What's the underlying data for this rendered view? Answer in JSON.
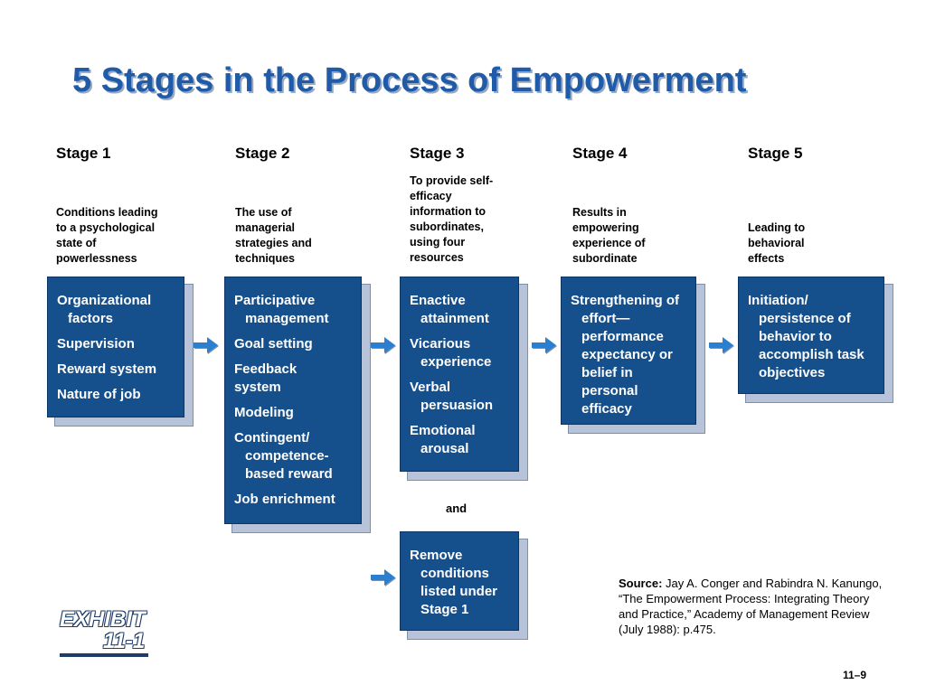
{
  "title": "5 Stages in the Process of Empowerment",
  "stages": [
    {
      "label": "Stage 1",
      "desc": [
        "Conditions leading",
        "to a psychological",
        "state of",
        "powerlessness"
      ]
    },
    {
      "label": "Stage 2",
      "desc": [
        "The use of",
        "managerial",
        "strategies and",
        "techniques"
      ]
    },
    {
      "label": "Stage 3",
      "desc": [
        "To provide self-",
        "efficacy",
        "information to",
        "subordinates,",
        "using four",
        "resources"
      ]
    },
    {
      "label": "Stage 4",
      "desc": [
        "Results in",
        "empowering",
        "experience of",
        "subordinate"
      ]
    },
    {
      "label": "Stage 5",
      "desc": [
        "Leading to",
        "behavioral",
        "effects"
      ]
    }
  ],
  "boxes": {
    "stage1": [
      "Organizational factors",
      "Supervision",
      "Reward system",
      "Nature of job"
    ],
    "stage2": [
      "Participative management",
      "Goal setting",
      "Feedback system",
      "Modeling",
      "Contingent/ competence-based reward",
      "Job enrichment"
    ],
    "stage3": [
      "Enactive attainment",
      "Vicarious experience",
      "Verbal persuasion",
      "Emotional arousal"
    ],
    "stage3b": [
      "Remove conditions listed under Stage 1"
    ],
    "stage4": [
      "Strengthening of effort—performance expectancy or belief in personal efficacy"
    ],
    "stage5": [
      "Initiation/ persistence of behavior to accomplish task objectives"
    ]
  },
  "connector": "and",
  "source": {
    "label": "Source:",
    "text": "Jay A. Conger and Rabindra N. Kanungo, “The Empowerment Process: Integrating Theory and Practice,” Academy of Management Review (July 1988): p.475."
  },
  "exhibit": {
    "word": "EXHIBIT",
    "number": "11-1"
  },
  "page_number": "11–9",
  "colors": {
    "title": "#1f5ba8",
    "box": "#154f8c",
    "box_shadow": "#b6c3d8",
    "arrow": "#2a7fd0"
  }
}
